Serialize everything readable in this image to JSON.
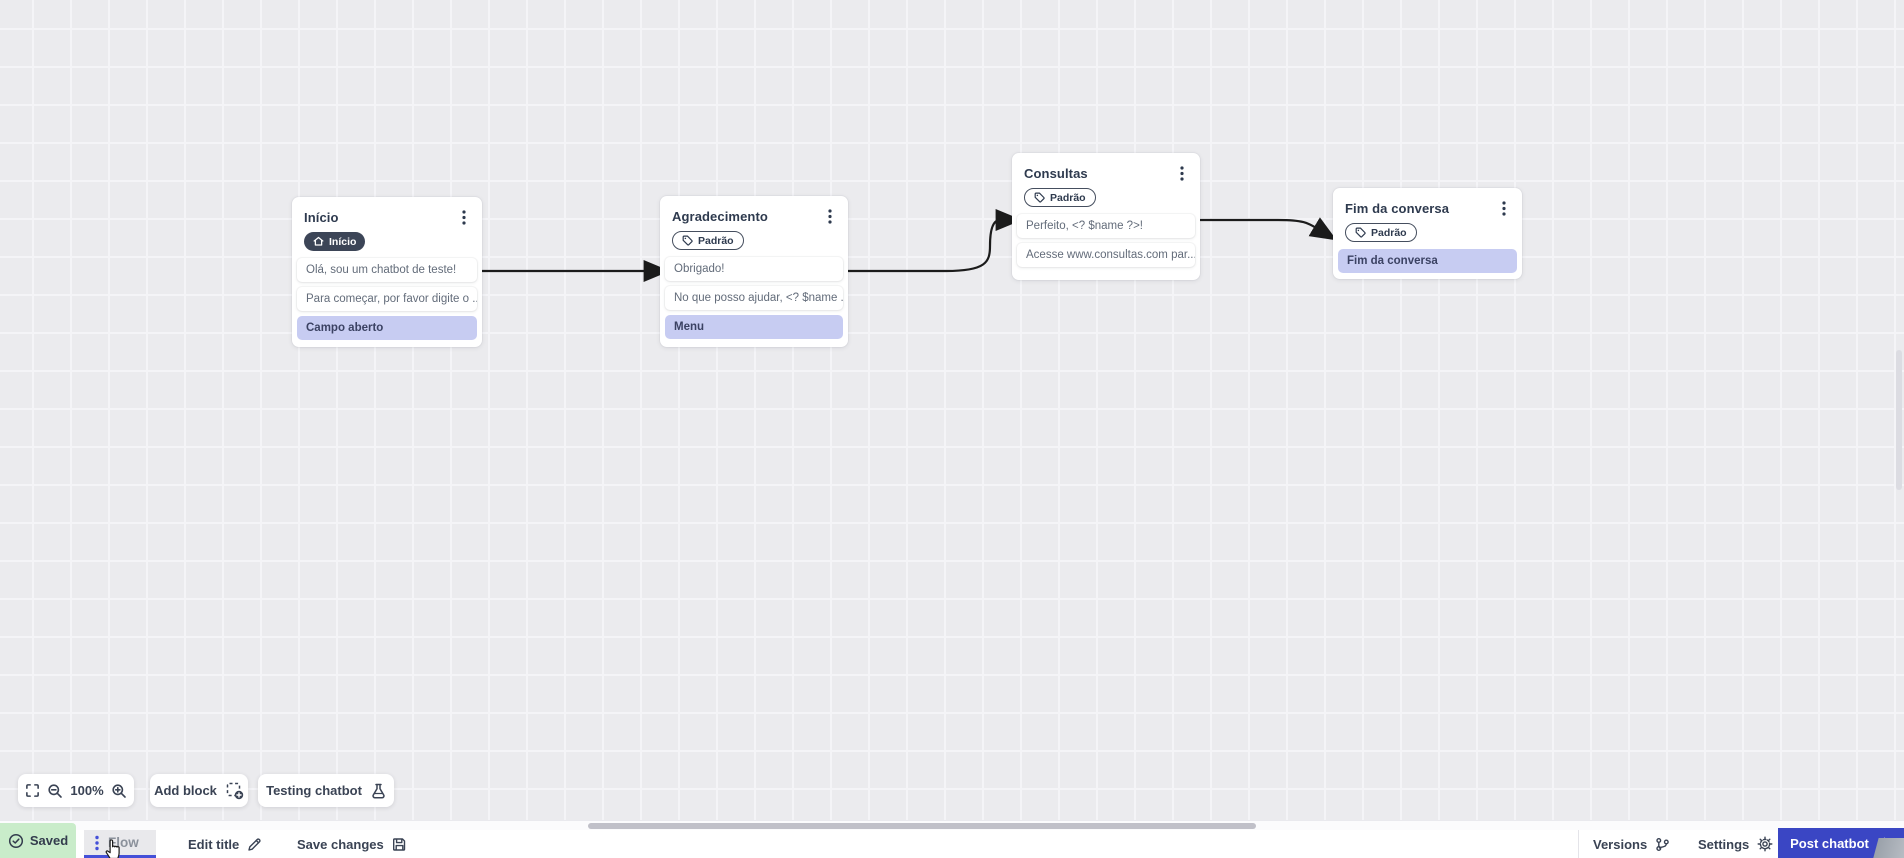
{
  "canvas": {
    "nodes": [
      {
        "title": "Início",
        "badge": {
          "label": "Início",
          "icon": "home-icon",
          "style": "dark"
        },
        "rows": [
          {
            "text": "Olá, sou um chatbot de teste!",
            "kind": "message"
          },
          {
            "text": "Para começar, por favor digite o ...",
            "kind": "message"
          },
          {
            "text": "Campo aberto",
            "kind": "action"
          }
        ]
      },
      {
        "title": "Agradecimento",
        "badge": {
          "label": "Padrão",
          "icon": "tag-icon",
          "style": "outline"
        },
        "rows": [
          {
            "text": "Obrigado!",
            "kind": "message"
          },
          {
            "text": "No que posso ajudar, <? $name ...",
            "kind": "message"
          },
          {
            "text": "Menu",
            "kind": "action"
          }
        ]
      },
      {
        "title": "Consultas",
        "badge": {
          "label": "Padrão",
          "icon": "tag-icon",
          "style": "outline"
        },
        "rows": [
          {
            "text": "Perfeito, <? $name ?>!",
            "kind": "message"
          },
          {
            "text": "Acesse www.consultas.com par...",
            "kind": "message"
          }
        ]
      },
      {
        "title": "Fim da conversa",
        "badge": {
          "label": "Padrão",
          "icon": "tag-icon",
          "style": "outline"
        },
        "rows": [
          {
            "text": "Fim da conversa",
            "kind": "action"
          }
        ]
      }
    ]
  },
  "toolbar": {
    "zoom_level": "100%",
    "add_block_label": "Add block",
    "testing_label": "Testing chatbot"
  },
  "bottom_bar": {
    "saved_label": "Saved",
    "flow_tab_label": "Flow",
    "edit_title_label": "Edit title",
    "save_changes_label": "Save changes",
    "versions_label": "Versions",
    "settings_label": "Settings",
    "post_chatbot_label": "Post chatbot"
  },
  "colors": {
    "accent_indigo": "#4450d8",
    "post_button": "#3a46c4",
    "action_row_lavender": "#c7ccf2",
    "badge_dark": "#3c4557",
    "saved_green": "#c9ecca",
    "wire": "#1b1b1b",
    "canvas_bg": "#ebebee"
  }
}
